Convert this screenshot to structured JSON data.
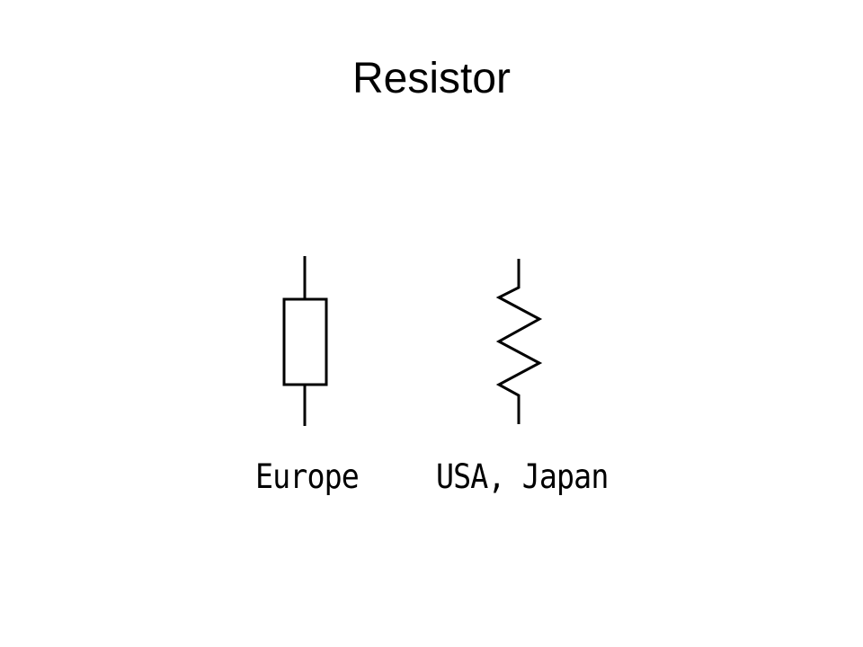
{
  "slide": {
    "title": "Resistor"
  },
  "symbols": [
    {
      "style": "rectangle",
      "label": "Europe"
    },
    {
      "style": "zigzag",
      "label": "USA, Japan"
    }
  ]
}
